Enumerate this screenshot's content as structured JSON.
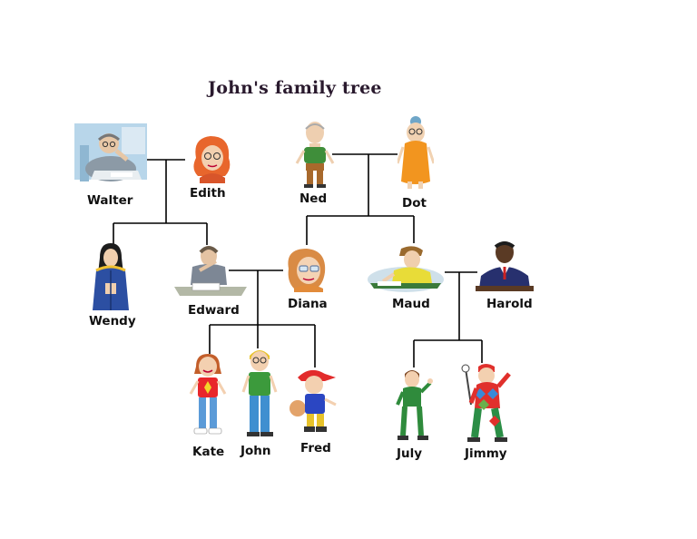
{
  "title": "John's family tree",
  "people": {
    "walter": "Walter",
    "edith": "Edith",
    "ned": "Ned",
    "dot": "Dot",
    "wendy": "Wendy",
    "edward": "Edward",
    "diana": "Diana",
    "maud": "Maud",
    "harold": "Harold",
    "kate": "Kate",
    "john": "John",
    "fred": "Fred",
    "july": "July",
    "jimmy": "Jimmy"
  },
  "line_color": "#000000"
}
